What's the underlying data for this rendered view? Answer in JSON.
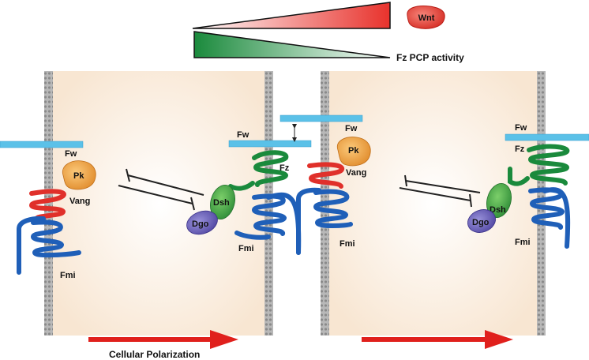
{
  "legend": {
    "wnt_label": "Wnt",
    "fz_pcp_label": "Fz PCP activity",
    "colors": {
      "wnt": "#e8322c",
      "fz_pcp": "#1a8a3c"
    }
  },
  "cells": {
    "cell1": {
      "fw": "Fw",
      "pk": "Pk",
      "vang": "Vang",
      "fmi": "Fmi"
    },
    "cell2": {
      "fw": "Fw",
      "fz": "Fz",
      "dsh": "Dsh",
      "dgo": "Dgo",
      "fmi": "Fmi"
    },
    "cell3": {
      "fw": "Fw",
      "pk": "Pk",
      "vang": "Vang",
      "fmi": "Fmi"
    },
    "cell4": {
      "fw": "Fw",
      "fz": "Fz",
      "dsh": "Dsh",
      "dgo": "Dgo",
      "fmi": "Fmi"
    }
  },
  "footer": {
    "polarization_label": "Cellular Polarization"
  },
  "colors": {
    "fw_bar": "#5bc1e8",
    "pk": "#f0a040",
    "vang": "#e0302a",
    "fmi": "#1f5fb8",
    "fz": "#1a8a3c",
    "dsh": "#3fa84a",
    "dgo": "#6a5fb5",
    "arrow": "#e0201c",
    "cell_fill": "#fbeee0",
    "membrane": "#a8a8a8"
  }
}
